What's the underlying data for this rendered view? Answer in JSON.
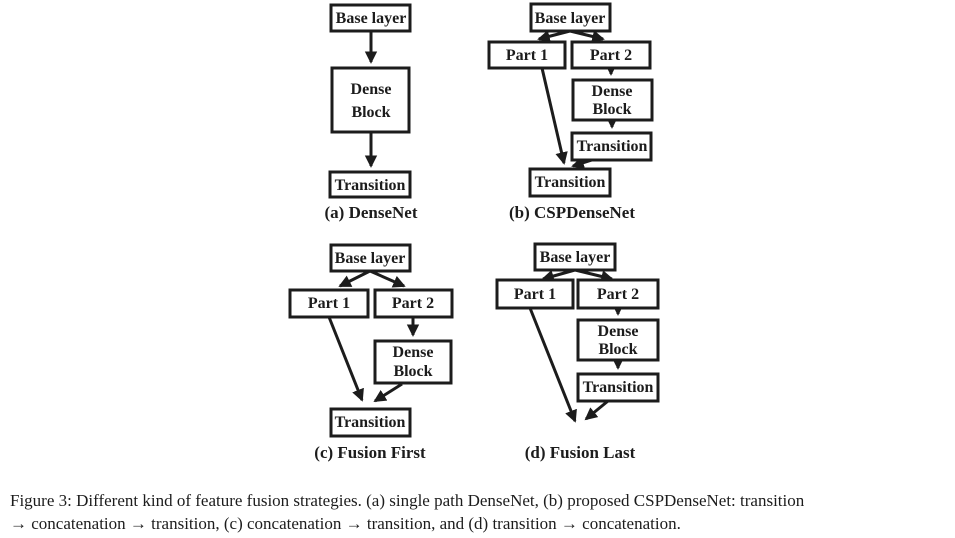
{
  "figure": {
    "labels": {
      "base_layer": "Base layer",
      "part_1": "Part 1",
      "part_2": "Part 2",
      "dense": "Dense",
      "block": "Block",
      "transition": "Transition"
    },
    "diagrams": {
      "a": {
        "caption": "(a) DenseNet"
      },
      "b": {
        "caption": "(b) CSPDenseNet"
      },
      "c": {
        "caption": "(c) Fusion First"
      },
      "d": {
        "caption": "(d) Fusion Last"
      }
    },
    "caption": {
      "line1": "Figure 3: Different kind of feature fusion strategies. (a) single path DenseNet, (b) proposed CSPDenseNet: transition",
      "line2": "→ concatenation → transition, (c) concatenation → transition, and (d) transition → concatenation."
    },
    "colors": {
      "ink": "#1c1c1c",
      "background": "#ffffff"
    }
  }
}
